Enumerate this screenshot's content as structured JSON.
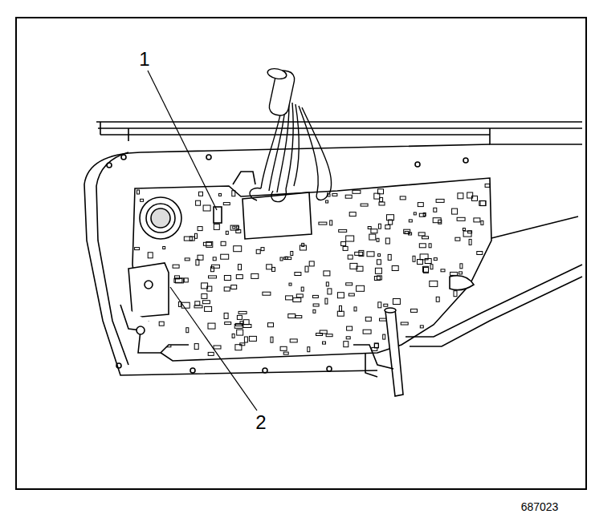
{
  "diagram": {
    "labels": [
      "1",
      "2",
      "687023"
    ]
  }
}
